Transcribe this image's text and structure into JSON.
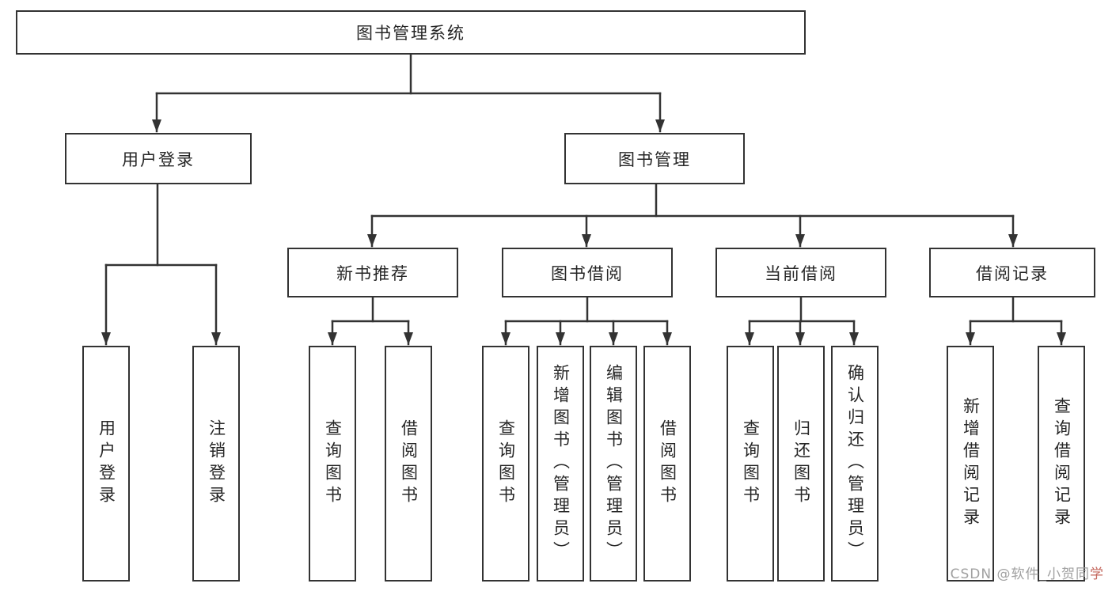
{
  "colors": {
    "line": "#333333",
    "box_border": "#333333",
    "text": "#262626",
    "background": "#ffffff",
    "watermark": "#a0a0a0",
    "watermark_accent": "#c4685e"
  },
  "diagram": {
    "root": {
      "label": "图书管理系统"
    },
    "level2": {
      "user_login": "用户登录",
      "book_management": "图书管理"
    },
    "level3": {
      "new_book_recommend": "新书推荐",
      "book_borrow": "图书借阅",
      "current_borrow": "当前借阅",
      "borrow_records": "借阅记录"
    },
    "leaves": {
      "user_login": [
        "用户登录",
        "注销登录"
      ],
      "new_book_recommend": [
        "查询图书",
        "借阅图书"
      ],
      "book_borrow": [
        "查询图书",
        "新增图书（管理员）",
        "编辑图书（管理员）",
        "借阅图书"
      ],
      "current_borrow": [
        "查询图书",
        "归还图书",
        "确认归还（管理员）"
      ],
      "borrow_records": [
        "新增借阅记录",
        "查询借阅记录"
      ]
    }
  },
  "watermark": {
    "prefix": "CSDN @软件_小贺同",
    "accent": "学"
  }
}
